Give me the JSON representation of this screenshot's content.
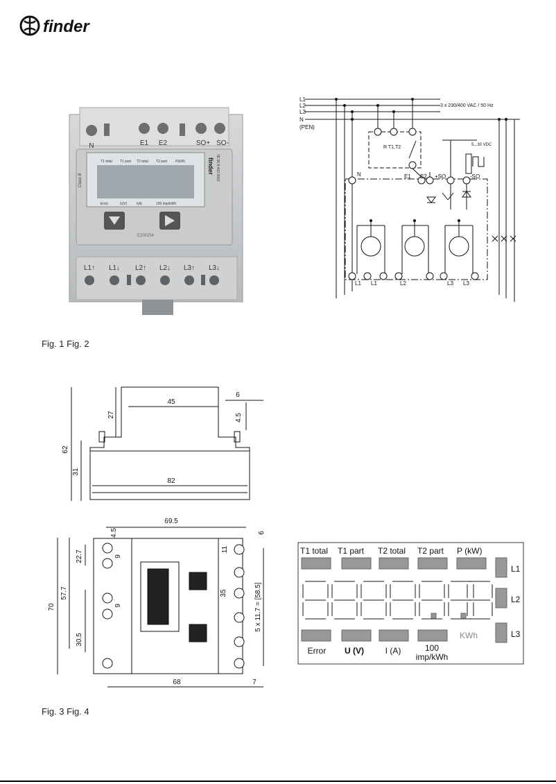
{
  "brand": {
    "name": "finder"
  },
  "fig1": {
    "terminals_top": [
      "N",
      "E1",
      "E2",
      "SO+",
      "SO-"
    ],
    "terminals_bottom": [
      "L1↑",
      "L1↓",
      "L2↑",
      "L2↓",
      "L3↑",
      "L3↓"
    ],
    "display_top": [
      "T1 total",
      "T1 part",
      "T2 total",
      "T2 part",
      "P(kW)"
    ],
    "display_bottom": [
      "Error",
      "U(V)",
      "I(A)",
      "100 imp/kWh"
    ],
    "side_text": "Class B",
    "brand_plate": "finder",
    "model": "7E.56.8.400.0002",
    "label": "E200254"
  },
  "fig2": {
    "lines": [
      "L1",
      "L2",
      "L3",
      "N"
    ],
    "pen": "(PEN)",
    "supply": "3 x 230/400 VAC / 50 Hz",
    "relay_label": "R T1,T2",
    "dc_label": "5...30 VDC",
    "terminals": [
      "N",
      "E1",
      "E2",
      "+SO",
      "-SO"
    ],
    "bottom": [
      "L1",
      "L1",
      "L2",
      "L3",
      "L3"
    ]
  },
  "fig3": {
    "d45": "45",
    "d6": "6",
    "d27": "27",
    "d4_5": "4.5",
    "d62": "62",
    "d31": "31",
    "d82": "82",
    "d69_5": "69.5",
    "d4_5b": "4.5",
    "d6b": "6",
    "d22_7": "22.7",
    "d9": "9",
    "d57_7": "57.7",
    "d70": "70",
    "d9b": "9",
    "d30_5": "30.5",
    "d11": "11",
    "d35": "35",
    "d5x": "5 x 11.7 = [58.5]",
    "d68": "68",
    "d7": "7"
  },
  "fig4": {
    "top_labels": [
      "T1 total",
      "T1 part",
      "T2 total",
      "T2 part",
      "P (kW)"
    ],
    "bottom_labels": [
      "Error",
      "U (V)",
      "I (A)"
    ],
    "imp_1": "100",
    "imp_2": "imp/kWh",
    "unit": "KWh",
    "phases": [
      "L1",
      "L2",
      "L3"
    ]
  },
  "captions": {
    "top": "Fig. 1 Fig. 2",
    "bottom": "Fig. 3 Fig. 4"
  }
}
